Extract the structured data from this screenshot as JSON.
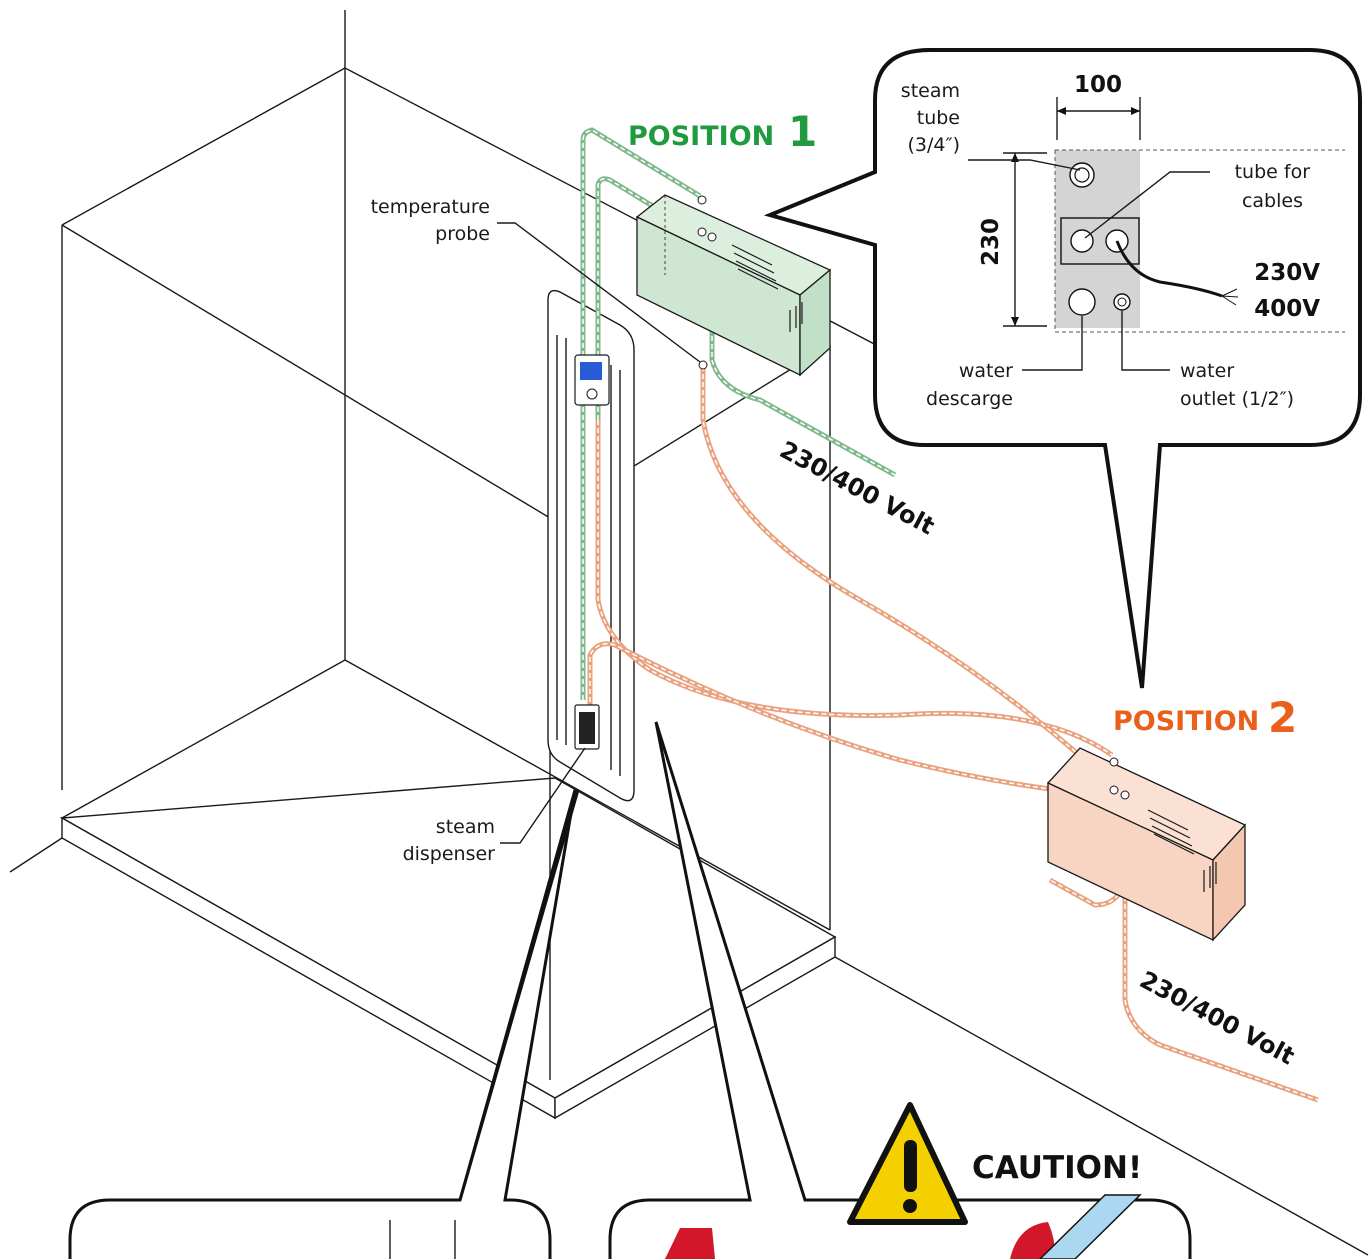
{
  "positions": {
    "p1": {
      "label": "POSITION",
      "number": "1",
      "color": "#1f9a3e"
    },
    "p2": {
      "label": "POSITION",
      "number": "2",
      "color": "#e8601c"
    }
  },
  "labels": {
    "temperature_probe": [
      "temperature",
      "probe"
    ],
    "steam_dispenser": [
      "steam",
      "dispenser"
    ],
    "voltage_1": "230/400 Volt",
    "voltage_2": "230/400 Volt"
  },
  "callout": {
    "width_dim": "100",
    "height_dim": "230",
    "steam_tube": [
      "steam",
      "tube",
      "(3/4″)"
    ],
    "tube_for_cables": [
      "tube for",
      "cables"
    ],
    "voltage_a": "230V",
    "voltage_b": "400V",
    "water_descarge": [
      "water",
      "descarge"
    ],
    "water_outlet": [
      "water",
      "outlet (1/2″)"
    ]
  },
  "caution": {
    "text": "CAUTION!",
    "color": "#f5d000"
  },
  "colors": {
    "green_unit": "#cfe6d2",
    "orange_unit": "#f8d5c2",
    "green_line": "#7fb88c",
    "orange_line": "#e9a27f",
    "panel_gray": "#d4d4d4",
    "display_blue": "#2a5bd6",
    "stop_red": "#d3172b",
    "glass_blue": "#a9d8f0"
  }
}
